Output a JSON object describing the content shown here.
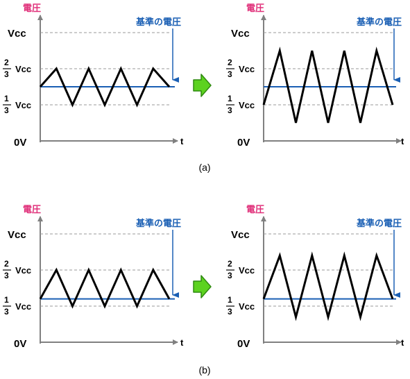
{
  "colors": {
    "ylabel": "#e0307a",
    "reference": "#1a5fb4",
    "axis": "#808080",
    "grid": "#999999",
    "wave": "#000000",
    "arrow_fill": "#5cd21f",
    "arrow_stroke": "#2f8a10"
  },
  "labels": {
    "ylabel": "電圧",
    "reference": "基準の電圧",
    "vcc": "Vcc",
    "vcc_small": "Vcc",
    "two": "2",
    "one": "1",
    "three": "3",
    "zero": "0V",
    "t": "t"
  },
  "captions": {
    "a": "(a)",
    "b": "(b)"
  },
  "icons": {
    "transition": "green-right-arrow-icon"
  },
  "diagrams": [
    {
      "id": "a-left",
      "ref_level": 0.5,
      "wave": [
        [
          0.0,
          0.5
        ],
        [
          0.125,
          0.667
        ],
        [
          0.25,
          0.333
        ],
        [
          0.375,
          0.667
        ],
        [
          0.5,
          0.333
        ],
        [
          0.625,
          0.667
        ],
        [
          0.75,
          0.333
        ],
        [
          0.875,
          0.667
        ],
        [
          1.0,
          0.5
        ]
      ]
    },
    {
      "id": "a-right",
      "ref_level": 0.5,
      "wave": [
        [
          0.0,
          0.333
        ],
        [
          0.125,
          0.833
        ],
        [
          0.25,
          0.167
        ],
        [
          0.375,
          0.833
        ],
        [
          0.5,
          0.167
        ],
        [
          0.625,
          0.833
        ],
        [
          0.75,
          0.167
        ],
        [
          0.875,
          0.833
        ],
        [
          1.0,
          0.333
        ]
      ]
    },
    {
      "id": "b-left",
      "ref_level": 0.4,
      "wave": [
        [
          0.0,
          0.4
        ],
        [
          0.125,
          0.667
        ],
        [
          0.25,
          0.333
        ],
        [
          0.375,
          0.667
        ],
        [
          0.5,
          0.333
        ],
        [
          0.625,
          0.667
        ],
        [
          0.75,
          0.333
        ],
        [
          0.875,
          0.667
        ],
        [
          1.0,
          0.4
        ]
      ]
    },
    {
      "id": "b-right",
      "ref_level": 0.4,
      "wave": [
        [
          0.0,
          0.4
        ],
        [
          0.125,
          0.8
        ],
        [
          0.25,
          0.233
        ],
        [
          0.375,
          0.8
        ],
        [
          0.5,
          0.233
        ],
        [
          0.625,
          0.8
        ],
        [
          0.75,
          0.233
        ],
        [
          0.875,
          0.8
        ],
        [
          1.0,
          0.4
        ]
      ]
    }
  ]
}
